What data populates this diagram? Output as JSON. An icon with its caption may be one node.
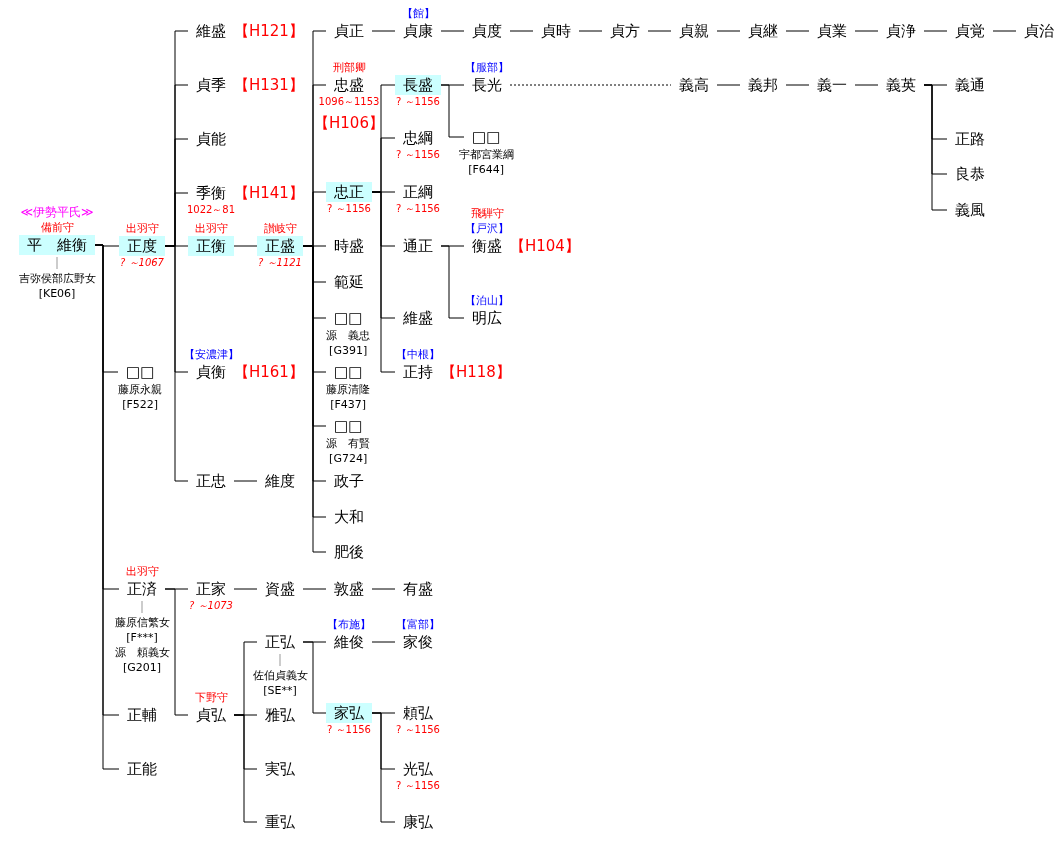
{
  "diagram": {
    "nodes": [
      {
        "text": [
          "平　維衡"
        ],
        "beside": [
          "≪伊勢平氏≫",
          "備前守",
          "吉弥侯部広野女",
          "[KE06]"
        ]
      },
      {
        "text": [
          "正度"
        ],
        "beside": [
          "出羽守",
          "? ～1067"
        ]
      },
      {
        "text": [
          "□□"
        ],
        "beside": [
          "藤原永親",
          "[F522]"
        ]
      },
      {
        "text": [
          "正済"
        ],
        "beside": [
          "出羽守",
          "藤原信繁女",
          "[F***]",
          "源　頼義女",
          "[G201]"
        ]
      },
      {
        "text": [
          "正輔"
        ]
      },
      {
        "text": [
          "正能"
        ]
      },
      {
        "text": [
          "維盛"
        ],
        "beside": [
          "【H121】"
        ]
      },
      {
        "text": [
          "貞季"
        ],
        "beside": [
          "【H131】"
        ]
      },
      {
        "text": [
          "貞能"
        ]
      },
      {
        "text": [
          "季衡"
        ],
        "beside": [
          "【H141】",
          "1022～81"
        ]
      },
      {
        "text": [
          "正衡"
        ],
        "beside": [
          "出羽守"
        ]
      },
      {
        "text": [
          "貞衡"
        ],
        "beside": [
          "【安濃津】",
          "【H161】"
        ]
      },
      {
        "text": [
          "正忠"
        ]
      },
      {
        "text": [
          "維度"
        ]
      },
      {
        "text": [
          "正盛"
        ],
        "beside": [
          "讃岐守",
          "? ～1121"
        ]
      },
      {
        "text": [
          "貞正"
        ]
      },
      {
        "text": [
          "忠盛"
        ],
        "beside": [
          "刑部卿",
          "1096～1153",
          "【H106】"
        ]
      },
      {
        "text": [
          "忠正"
        ],
        "beside": [
          "? ～1156"
        ]
      },
      {
        "text": [
          "時盛"
        ]
      },
      {
        "text": [
          "範延"
        ]
      },
      {
        "text": [
          "□□"
        ],
        "beside": [
          "源　義忠",
          "[G391]"
        ]
      },
      {
        "text": [
          "□□"
        ],
        "beside": [
          "藤原清隆",
          "[F437]"
        ]
      },
      {
        "text": [
          "□□"
        ],
        "beside": [
          "源　有賢",
          "[G724]"
        ]
      },
      {
        "text": [
          "政子"
        ]
      },
      {
        "text": [
          "大和"
        ]
      },
      {
        "text": [
          "肥後"
        ]
      },
      {
        "text": [
          "貞康"
        ],
        "beside": [
          "【館】"
        ]
      },
      {
        "text": [
          "貞度"
        ]
      },
      {
        "text": [
          "貞時"
        ]
      },
      {
        "text": [
          "貞方"
        ]
      },
      {
        "text": [
          "貞親"
        ]
      },
      {
        "text": [
          "貞継"
        ]
      },
      {
        "text": [
          "貞業"
        ]
      },
      {
        "text": [
          "貞浄"
        ]
      },
      {
        "text": [
          "貞覚"
        ]
      },
      {
        "text": [
          "貞治"
        ]
      },
      {
        "text": [
          "長盛"
        ],
        "beside": [
          "? ～1156"
        ]
      },
      {
        "text": [
          "忠綱"
        ],
        "beside": [
          "? ～1156"
        ]
      },
      {
        "text": [
          "正綱"
        ],
        "beside": [
          "? ～1156"
        ]
      },
      {
        "text": [
          "通正"
        ]
      },
      {
        "text": [
          "維盛"
        ]
      },
      {
        "text": [
          "正持"
        ],
        "beside": [
          "【中根】",
          "【H118】"
        ]
      },
      {
        "text": [
          "長光"
        ],
        "beside": [
          "【服部】"
        ]
      },
      {
        "text": [
          "□□"
        ],
        "beside": [
          "宇都宮業綱",
          "[F644]"
        ]
      },
      {
        "text": [
          "義高"
        ]
      },
      {
        "text": [
          "義邦"
        ]
      },
      {
        "text": [
          "義一"
        ]
      },
      {
        "text": [
          "義英"
        ]
      },
      {
        "text": [
          "義通"
        ]
      },
      {
        "text": [
          "正路"
        ]
      },
      {
        "text": [
          "良恭"
        ]
      },
      {
        "text": [
          "義風"
        ]
      },
      {
        "text": [
          "衡盛"
        ],
        "beside": [
          "飛騨守",
          "【戸沢】",
          "【H104】"
        ]
      },
      {
        "text": [
          "明広"
        ],
        "beside": [
          "【泊山】"
        ]
      },
      {
        "text": [
          "正家"
        ],
        "beside": [
          "? ～1073"
        ]
      },
      {
        "text": [
          "貞弘"
        ],
        "beside": [
          "下野守"
        ]
      },
      {
        "text": [
          "資盛"
        ]
      },
      {
        "text": [
          "敦盛"
        ]
      },
      {
        "text": [
          "有盛"
        ]
      },
      {
        "text": [
          "正弘"
        ],
        "beside": [
          "佐伯貞義女",
          "[SE**]"
        ]
      },
      {
        "text": [
          "雅弘"
        ]
      },
      {
        "text": [
          "実弘"
        ]
      },
      {
        "text": [
          "重弘"
        ]
      },
      {
        "text": [
          "維俊"
        ],
        "beside": [
          "【布施】"
        ]
      },
      {
        "text": [
          "家弘"
        ],
        "beside": [
          "? ～1156"
        ]
      },
      {
        "text": [
          "家俊"
        ],
        "beside": [
          "【富部】"
        ]
      },
      {
        "text": [
          "頼弘"
        ],
        "beside": [
          "? ～1156"
        ]
      },
      {
        "text": [
          "光弘"
        ],
        "beside": [
          "? ～1156"
        ]
      },
      {
        "text": [
          "康弘"
        ]
      }
    ],
    "edges": [
      {
        "from": 0,
        "to": 1,
        "arrow": "none"
      },
      {
        "from": 0,
        "to": 2,
        "arrow": "none"
      },
      {
        "from": 0,
        "to": 3,
        "arrow": "none"
      },
      {
        "from": 0,
        "to": 4,
        "arrow": "none"
      },
      {
        "from": 0,
        "to": 5,
        "arrow": "none"
      },
      {
        "from": 1,
        "to": 6,
        "arrow": "none"
      },
      {
        "from": 1,
        "to": 7,
        "arrow": "none"
      },
      {
        "from": 1,
        "to": 8,
        "arrow": "none"
      },
      {
        "from": 1,
        "to": 9,
        "arrow": "none"
      },
      {
        "from": 1,
        "to": 10,
        "arrow": "none"
      },
      {
        "from": 1,
        "to": 11,
        "arrow": "none"
      },
      {
        "from": 1,
        "to": 12,
        "arrow": "none"
      },
      {
        "from": 12,
        "to": 13,
        "arrow": "none"
      },
      {
        "from": 10,
        "to": 14,
        "arrow": "none"
      },
      {
        "from": 14,
        "to": 15,
        "arrow": "none"
      },
      {
        "from": 14,
        "to": 16,
        "arrow": "none"
      },
      {
        "from": 14,
        "to": 17,
        "arrow": "none"
      },
      {
        "from": 14,
        "to": 18,
        "arrow": "none"
      },
      {
        "from": 14,
        "to": 19,
        "arrow": "none"
      },
      {
        "from": 14,
        "to": 20,
        "arrow": "none"
      },
      {
        "from": 14,
        "to": 21,
        "arrow": "none"
      },
      {
        "from": 14,
        "to": 22,
        "arrow": "none"
      },
      {
        "from": 14,
        "to": 23,
        "arrow": "none"
      },
      {
        "from": 14,
        "to": 24,
        "arrow": "none"
      },
      {
        "from": 14,
        "to": 25,
        "arrow": "none"
      },
      {
        "from": 15,
        "to": 26,
        "arrow": "none"
      },
      {
        "from": 26,
        "to": 27,
        "arrow": "none"
      },
      {
        "from": 27,
        "to": 28,
        "arrow": "none"
      },
      {
        "from": 28,
        "to": 29,
        "arrow": "none"
      },
      {
        "from": 29,
        "to": 30,
        "arrow": "none"
      },
      {
        "from": 30,
        "to": 31,
        "arrow": "none"
      },
      {
        "from": 31,
        "to": 32,
        "arrow": "none"
      },
      {
        "from": 32,
        "to": 33,
        "arrow": "none"
      },
      {
        "from": 33,
        "to": 34,
        "arrow": "none"
      },
      {
        "from": 34,
        "to": 35,
        "arrow": "none"
      },
      {
        "from": 17,
        "to": 36,
        "arrow": "none"
      },
      {
        "from": 17,
        "to": 37,
        "arrow": "none"
      },
      {
        "from": 17,
        "to": 38,
        "arrow": "none"
      },
      {
        "from": 17,
        "to": 39,
        "arrow": "none"
      },
      {
        "from": 17,
        "to": 40,
        "arrow": "none"
      },
      {
        "from": 17,
        "to": 41,
        "arrow": "none"
      },
      {
        "from": 36,
        "to": 42,
        "arrow": "none"
      },
      {
        "from": 36,
        "to": 43,
        "arrow": "none"
      },
      {
        "from": 42,
        "to": 44,
        "arrow": "none",
        "style": "dashed"
      },
      {
        "from": 44,
        "to": 45,
        "arrow": "none"
      },
      {
        "from": 45,
        "to": 46,
        "arrow": "none"
      },
      {
        "from": 46,
        "to": 47,
        "arrow": "none"
      },
      {
        "from": 47,
        "to": 48,
        "arrow": "none"
      },
      {
        "from": 47,
        "to": 49,
        "arrow": "none"
      },
      {
        "from": 47,
        "to": 50,
        "arrow": "none"
      },
      {
        "from": 47,
        "to": 51,
        "arrow": "none"
      },
      {
        "from": 39,
        "to": 52,
        "arrow": "none"
      },
      {
        "from": 39,
        "to": 53,
        "arrow": "none"
      },
      {
        "from": 3,
        "to": 54,
        "arrow": "none"
      },
      {
        "from": 3,
        "to": 55,
        "arrow": "none"
      },
      {
        "from": 54,
        "to": 56,
        "arrow": "none"
      },
      {
        "from": 56,
        "to": 57,
        "arrow": "none"
      },
      {
        "from": 57,
        "to": 58,
        "arrow": "none"
      },
      {
        "from": 55,
        "to": 59,
        "arrow": "none"
      },
      {
        "from": 55,
        "to": 60,
        "arrow": "none"
      },
      {
        "from": 55,
        "to": 61,
        "arrow": "none"
      },
      {
        "from": 55,
        "to": 62,
        "arrow": "none"
      },
      {
        "from": 59,
        "to": 63,
        "arrow": "none"
      },
      {
        "from": 59,
        "to": 64,
        "arrow": "none"
      },
      {
        "from": 63,
        "to": 65,
        "arrow": "none"
      },
      {
        "from": 64,
        "to": 66,
        "arrow": "none"
      },
      {
        "from": 64,
        "to": 67,
        "arrow": "none"
      },
      {
        "from": 64,
        "to": 68,
        "arrow": "none"
      }
    ]
  }
}
